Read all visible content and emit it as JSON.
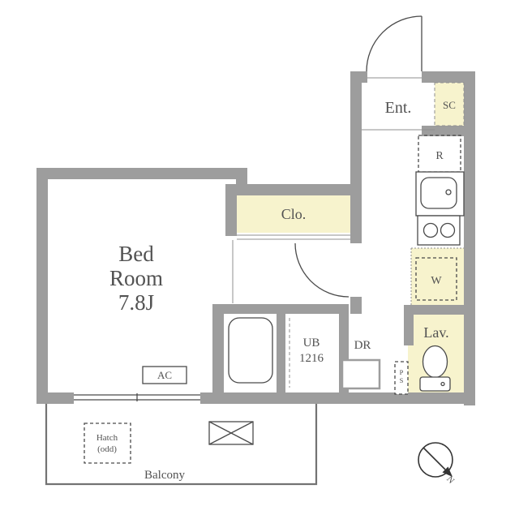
{
  "colors": {
    "wall": "#9d9d9d",
    "accent": "#f7f3cd",
    "line": "#4a4a4a",
    "text": "#525252"
  },
  "labels": {
    "bedroom": [
      "Bed",
      "Room",
      "7.8J"
    ],
    "entrance": "Ent.",
    "shoe_closet": "SC",
    "refrigerator": "R",
    "washer": "W",
    "closet": "Clo.",
    "lavatory": "Lav.",
    "doorway": "DR",
    "unit_bath": [
      "UB",
      "1216"
    ],
    "air_conditioner": "AC",
    "pipe_space": [
      "P",
      "S"
    ],
    "balcony": "Balcony",
    "hatch": [
      "Hatch",
      "(odd)"
    ],
    "compass_north": "N"
  }
}
